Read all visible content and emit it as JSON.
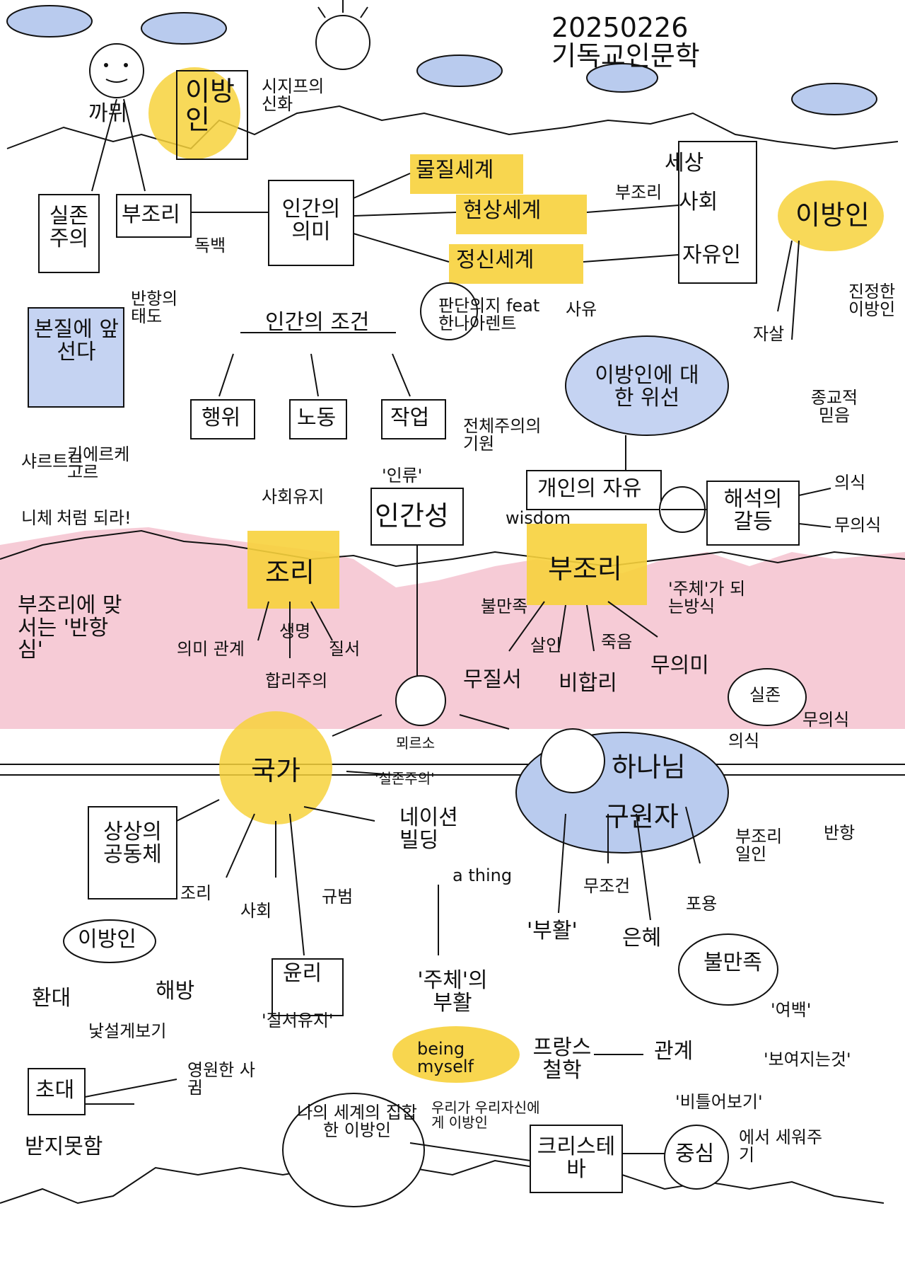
{
  "date": "20250226",
  "course": "기독교인문학",
  "colors": {
    "yellow": "#F7D23C",
    "blue": "#C5D3F2",
    "pink": "#F4C2CF",
    "cloud": "#B9CBEE",
    "ink": "#111111"
  },
  "top": {
    "kamu": "까뮈",
    "ibangin": "이방인",
    "sisiphus": "시지프의 신화",
    "existentialism": "실존주의",
    "absurd": "부조리",
    "monologue": "독백",
    "rebel": "반항의 태도",
    "essence": "본질에 앞선다",
    "sartre": "샤르트르",
    "kierkegaard": "키에르케고르",
    "nietzsche": "니체",
    "nietzsche2": "처럼 되라!",
    "meaning": "인간의 의미",
    "material": "물질세계",
    "phenomenal": "현상세계",
    "spiritual": "정신세계",
    "hannah": "판단의지 feat 한나아렌트",
    "thought": "사유",
    "world": "세상",
    "society": "사회",
    "free": "자유인",
    "absurd_small": "부조리",
    "ibangin2": "이방인",
    "suicide": "자살",
    "real_stranger": "진정한 이방인",
    "religious": "종교적 믿음",
    "condition": "인간의 조건",
    "act": "행위",
    "labor": "노동",
    "work": "작업",
    "totalitarian": "전체주의의 기원",
    "hypocrisy": "이방인에 대한 위선",
    "freedom": "개인의 자유",
    "wisdom": "wisdom",
    "conflict": "해석의 갈등",
    "conscious": "의식",
    "unconscious": "무의식",
    "humanity_q": "'인류'",
    "humanity": "인간성",
    "social": "사회유지"
  },
  "middle": {
    "logic": "조리",
    "absurd": "부조리",
    "meaning_rel": "의미 관계",
    "life": "생명",
    "order": "질서",
    "rational": "합리주의",
    "discontent": "불만족",
    "disorder": "무질서",
    "murder": "살인",
    "irrational": "비합리",
    "death": "죽음",
    "meaningless": "무의미",
    "subject_way": "'주체'가 되는방식",
    "rebel_spirit": "부조리에 맞서는 '반항심'",
    "meursault": "뫼르소",
    "exist": "실존",
    "consc": "의식",
    "unconsc": "무의식"
  },
  "bottom": {
    "state": "국가",
    "existential": "'실존주의'",
    "imagined": "상상의 공동체",
    "logic": "조리",
    "society": "사회",
    "norm": "규범",
    "ethics": "윤리",
    "maintain": "'질서유지'",
    "nation": "네이션 빌딩",
    "athing": "a thing",
    "god": "하나님",
    "savior": "구원자",
    "resurrection": "'부활'",
    "unconditional": "무조건",
    "grace": "은혜",
    "embrace": "포용",
    "absurd_ppl": "부조리 일인",
    "rebel": "반항",
    "discontent": "불만족",
    "margin": "'여백'",
    "visible": "'보여지는것'",
    "ibangin": "이방인",
    "welcome": "환대",
    "liberation": "해방",
    "strange": "낯설게보기",
    "invite": "초대",
    "eternal": "영원한 사귐",
    "not_receive": "받지못함",
    "my_world": "나의 세계의 집합한 이방인",
    "subject_rise": "'주체'의 부활",
    "being": "being myself",
    "french": "프랑스 철학",
    "relation": "관계",
    "we": "우리가 우리자신에게 이방인",
    "christeva": "크리스테바",
    "defamiliar": "'비틀어보기'",
    "center": "중심",
    "push": "에서 세워주기"
  }
}
